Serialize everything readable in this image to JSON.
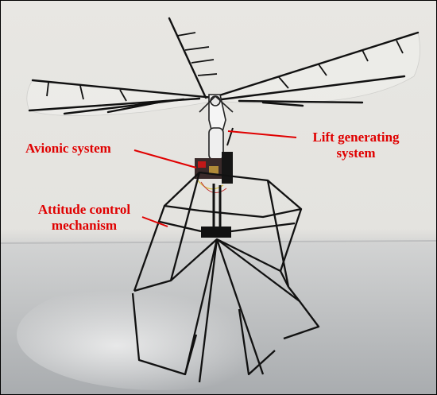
{
  "annotations": {
    "avionic": "Avionic system",
    "attitude_line1": "Attitude control",
    "attitude_line2": "mechanism",
    "lift_line1": "Lift generating",
    "lift_line2": "system"
  },
  "colors": {
    "label": "#e00000",
    "frame": "#111111",
    "wall": "#e6e5e1",
    "table": "#bfc1c3"
  }
}
